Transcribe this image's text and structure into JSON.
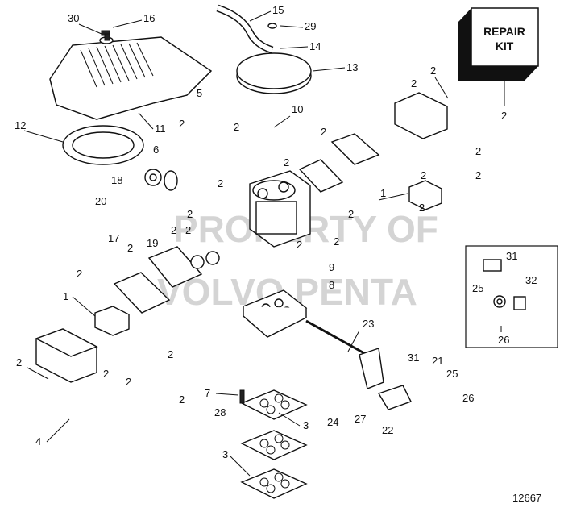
{
  "repair_kit": {
    "line1": "REPAIR",
    "line2": "KIT"
  },
  "watermark": {
    "line1": "PROPERTY OF",
    "line2": "VOLVO PENTA"
  },
  "figure_number": "12667",
  "callouts": {
    "c30": "30",
    "c16": "16",
    "c15": "15",
    "c29": "29",
    "c14": "14",
    "c13": "13",
    "c2_kit_top": "2",
    "c2_kit_bottom": "2",
    "c12": "12",
    "c11": "11",
    "c5": "5",
    "c10": "10",
    "c2_a": "2",
    "c2_b": "2",
    "c6": "6",
    "c2_c": "2",
    "c2_d": "2",
    "c2_e": "2",
    "c2_f": "2",
    "c18": "18",
    "c20": "20",
    "c17": "17",
    "c19": "19",
    "c1_right": "1",
    "c2_g": "2",
    "c2_h": "2",
    "c2_i": "2",
    "c2_j": "2",
    "c2_k": "2",
    "c2_l": "2",
    "c2_m": "2",
    "c9": "9",
    "c8": "8",
    "c2_n": "2",
    "c1_left": "1",
    "c23": "23",
    "c2_o": "2",
    "c4": "4",
    "c2_p": "2",
    "c2_q": "2",
    "c2_r": "2",
    "c2_s": "2",
    "c7": "7",
    "c28": "28",
    "c3_a": "3",
    "c3_b": "3",
    "c24": "24",
    "c27": "27",
    "c22": "22",
    "c31_main": "31",
    "c21": "21",
    "c25_main": "25",
    "c26_main": "26",
    "c31_inset": "31",
    "c25_inset": "25",
    "c32_inset": "32",
    "c26_inset": "26",
    "c2_t": "2",
    "c2_u": "2",
    "c2_v": "2",
    "c2_w": "2"
  }
}
